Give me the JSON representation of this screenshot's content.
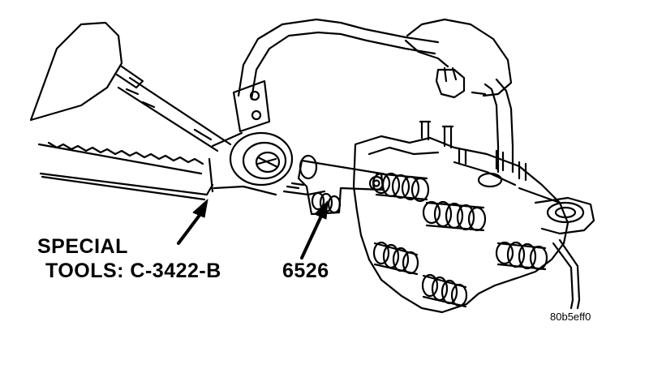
{
  "labels": {
    "special": "SPECIAL",
    "tools": "TOOLS: C-3422-B",
    "part_number": "6526",
    "figure_code": "80b5eff0"
  },
  "colors": {
    "ink": "#000000",
    "paper": "#ffffff"
  }
}
